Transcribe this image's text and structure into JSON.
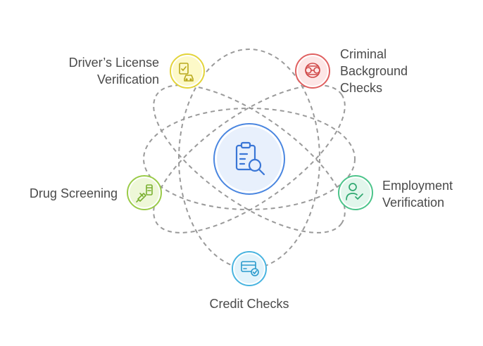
{
  "diagram": {
    "nodes": [
      {
        "id": "drivers-license",
        "lines": [
          "Driver’s License",
          "Verification"
        ],
        "icon": "license-car-icon",
        "fill": "#fdf9c8",
        "stroke": "#e3d43a",
        "icon_color": "#b8a81a"
      },
      {
        "id": "criminal-background",
        "lines": [
          "Criminal",
          "Background",
          "Checks"
        ],
        "icon": "handcuffs-icon",
        "fill": "#fde6e6",
        "stroke": "#e06060",
        "icon_color": "#d04848"
      },
      {
        "id": "drug-screening",
        "lines": [
          "Drug Screening"
        ],
        "icon": "syringe-icon",
        "fill": "#eef7d8",
        "stroke": "#9acb48",
        "icon_color": "#7ab030"
      },
      {
        "id": "employment-verification",
        "lines": [
          "Employment",
          "Verification"
        ],
        "icon": "person-check-icon",
        "fill": "#e2f6ec",
        "stroke": "#4cc48a",
        "icon_color": "#2fa870"
      },
      {
        "id": "credit-checks",
        "lines": [
          "Credit Checks"
        ],
        "icon": "credit-card-check-icon",
        "fill": "#e2f3fb",
        "stroke": "#48b4e0",
        "icon_color": "#2a9acc"
      }
    ],
    "center": {
      "icon": "clipboard-search-icon",
      "fill": "#e8f0fc",
      "stroke": "#4a86e0",
      "icon_color": "#3a76d6"
    },
    "orbit_color": "#9a9a9a"
  }
}
